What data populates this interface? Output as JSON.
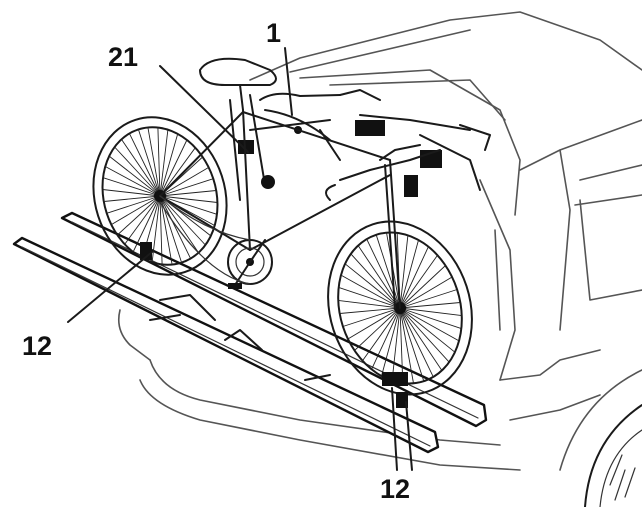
{
  "callouts": [
    {
      "id": "c1",
      "label": "1"
    },
    {
      "id": "c21",
      "label": "21"
    },
    {
      "id": "c12a",
      "label": "12"
    },
    {
      "id": "c12b",
      "label": "12"
    }
  ]
}
